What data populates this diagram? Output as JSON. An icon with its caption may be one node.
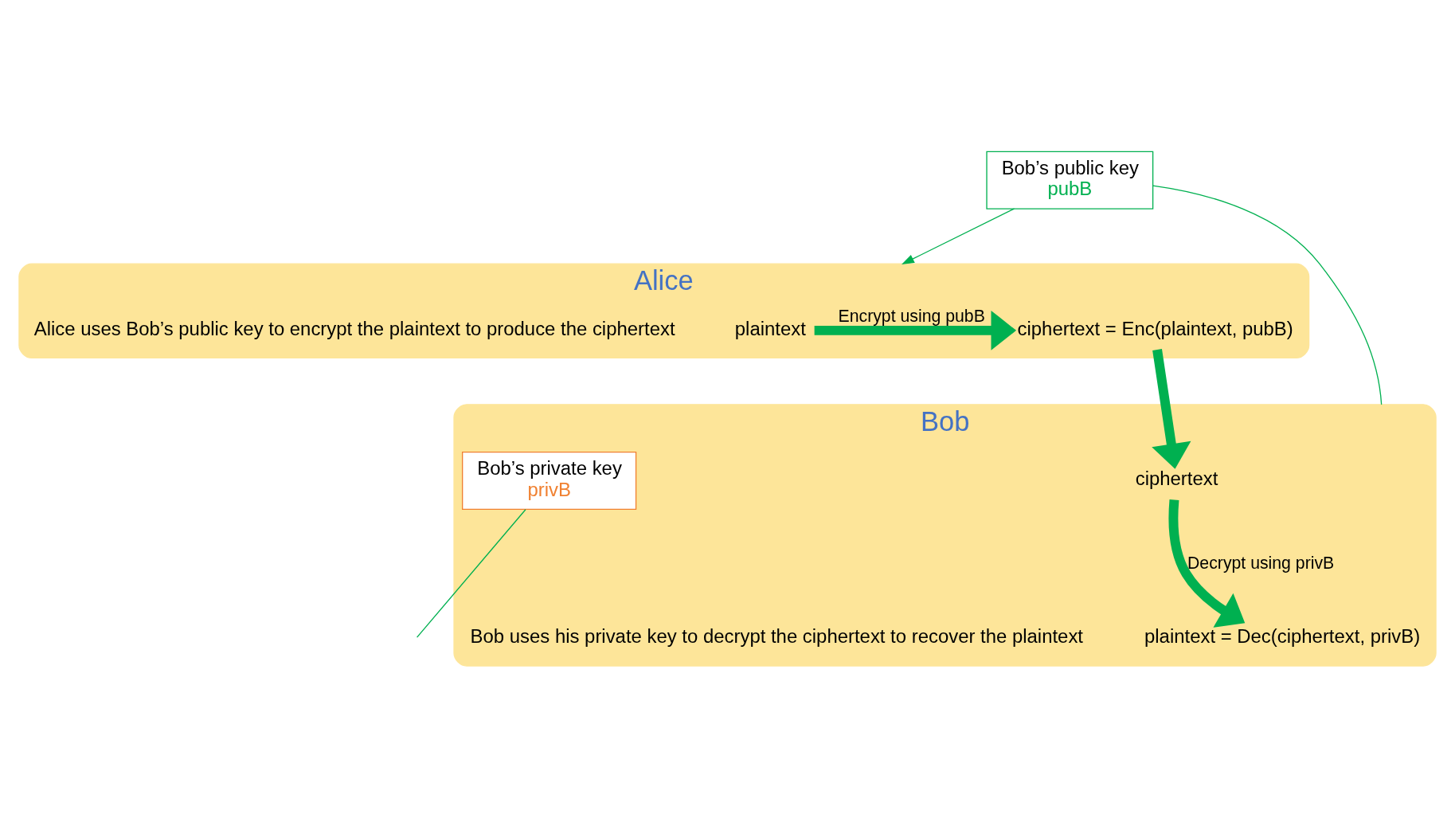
{
  "diagram": {
    "nodes": [
      {
        "text": [
          "Alice"
        ],
        "beside": [
          "Alice uses Bob’s public key to encrypt the plaintext to produce the ciphertext"
        ]
      },
      {
        "text": [
          "ciphertext = Enc(plaintext, pubB)"
        ],
        "in": 0
      },
      {
        "text": [
          "plaintext"
        ],
        "in": 0
      },
      {
        "text": [
          "Bob"
        ],
        "beside": [
          "Bob uses his private key to decrypt the ciphertext to recover the plaintext"
        ]
      },
      {
        "text": [
          "ciphertext"
        ],
        "in": 3
      },
      {
        "text": [
          "plaintext = Dec(ciphertext, privB)"
        ],
        "in": 3
      },
      {
        "text": [
          "Bob’s public key",
          "pubB"
        ]
      },
      {
        "text": [
          "Bob’s private key",
          "privB"
        ],
        "in": 3
      }
    ],
    "edges": [
      {
        "from": 1,
        "to": 4,
        "arrow": "to",
        "style": "thick"
      },
      {
        "from": 2,
        "to": 1,
        "arrow": "to",
        "style": "thick",
        "label": "Encrypt using pubB"
      },
      {
        "from": 4,
        "to": 5,
        "arrow": "to",
        "style": "thick",
        "label": "Decrypt using privB"
      },
      {
        "from": 6,
        "to": 0,
        "arrow": "to"
      },
      {
        "from": 6,
        "to": 3,
        "arrow": "none"
      },
      {
        "from": 7,
        "to": null,
        "arrow": "none"
      }
    ]
  }
}
